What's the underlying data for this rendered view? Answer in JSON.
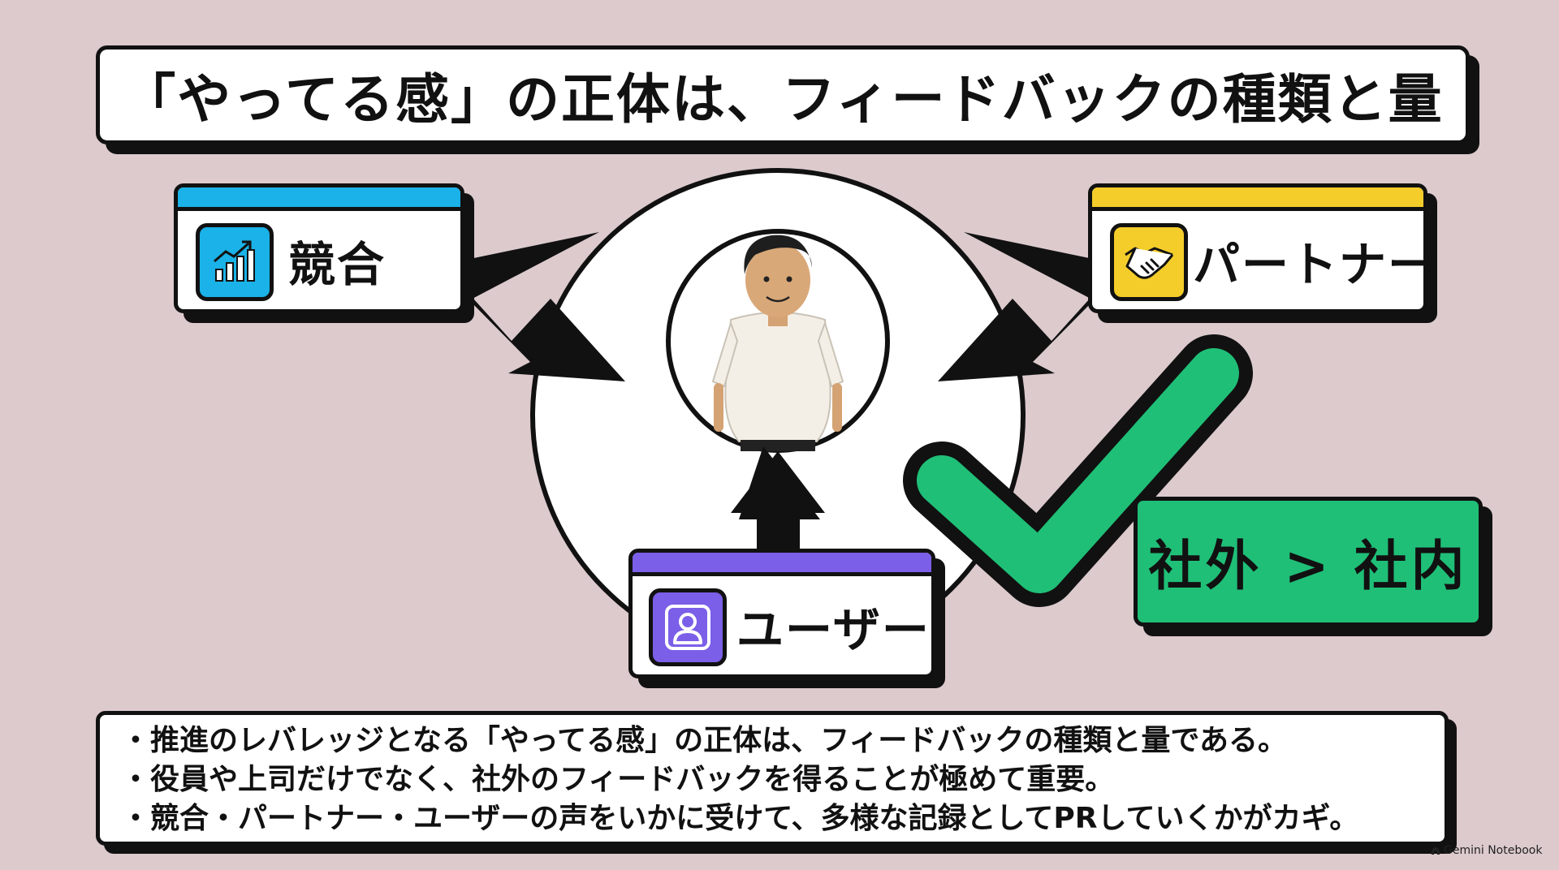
{
  "title": "「やってる感」の正体は、フィードバックの種類と量",
  "sources": [
    {
      "id": "competition",
      "label": "競合",
      "color": "#1ab2e8",
      "icon": "growth-chart-icon"
    },
    {
      "id": "partner",
      "label": "パートナー",
      "color": "#f4cd2a",
      "icon": "handshake-icon"
    },
    {
      "id": "user",
      "label": "ユーザー",
      "color": "#7b5fe8",
      "icon": "user-icon"
    }
  ],
  "center": {
    "icon": "person-figure-icon"
  },
  "check": {
    "icon": "checkmark-icon",
    "color": "#1fbf77"
  },
  "comparison": "社外 > 社内",
  "bullets": [
    "推進のレバレッジとなる「やってる感」の正体は、フィードバックの種類と量である。",
    "役員や上司だけでなく、社外のフィードバックを得ることが極めて重要。",
    "競合・パートナー・ユーザーの声をいかに受けて、多様な記録としてPRしていくかがカギ。"
  ],
  "watermark": "Gemini Notebook"
}
